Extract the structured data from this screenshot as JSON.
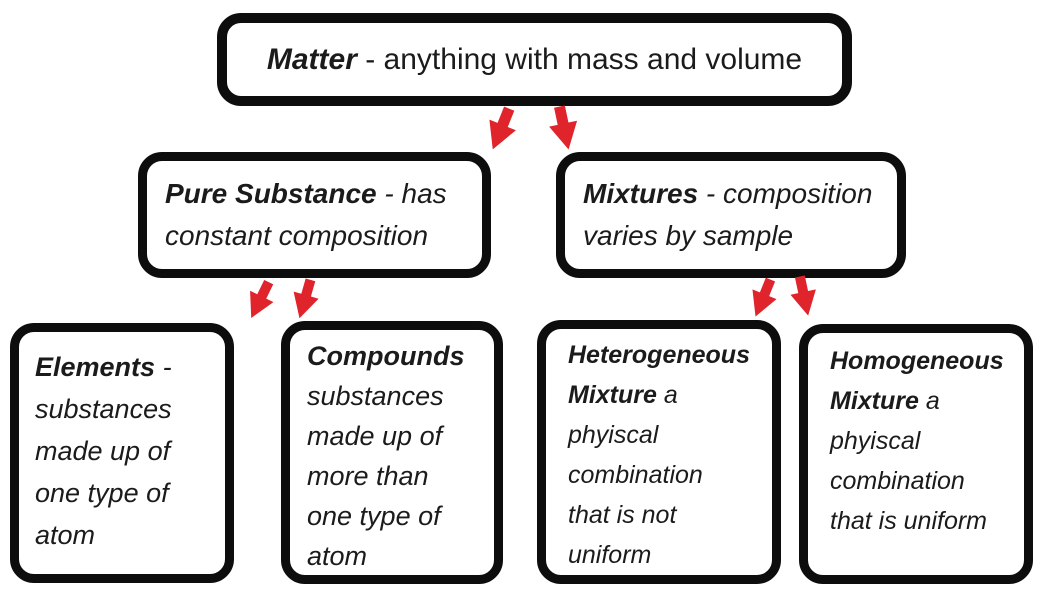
{
  "diagram_title": "Classification of Matter concept map",
  "nodes": {
    "matter": {
      "term": "Matter",
      "definition": " - anything with mass and volume"
    },
    "pure_substance": {
      "term": "Pure Substance",
      "definition": " - has constant composition"
    },
    "mixtures": {
      "term": "Mixtures",
      "definition": " - composition varies by sample"
    },
    "elements": {
      "term": "Elements",
      "definition": " - substances made up of one type of atom"
    },
    "compounds": {
      "term": "Compounds",
      "definition": " substances made up of more than one type of atom"
    },
    "heterogeneous_mixture": {
      "term": "Heterogeneous Mixture",
      "definition": " a phyiscal combination that is not uniform"
    },
    "homogeneous_mixture": {
      "term": "Homogeneous Mixture",
      "definition": " a phyiscal combination that is uniform"
    }
  },
  "colors": {
    "box_border": "#0d0d0d",
    "box_background": "#ffffff",
    "text": "#1b1b1b",
    "arrow_red": "#e0242b",
    "canvas_background": "#ffffff"
  }
}
